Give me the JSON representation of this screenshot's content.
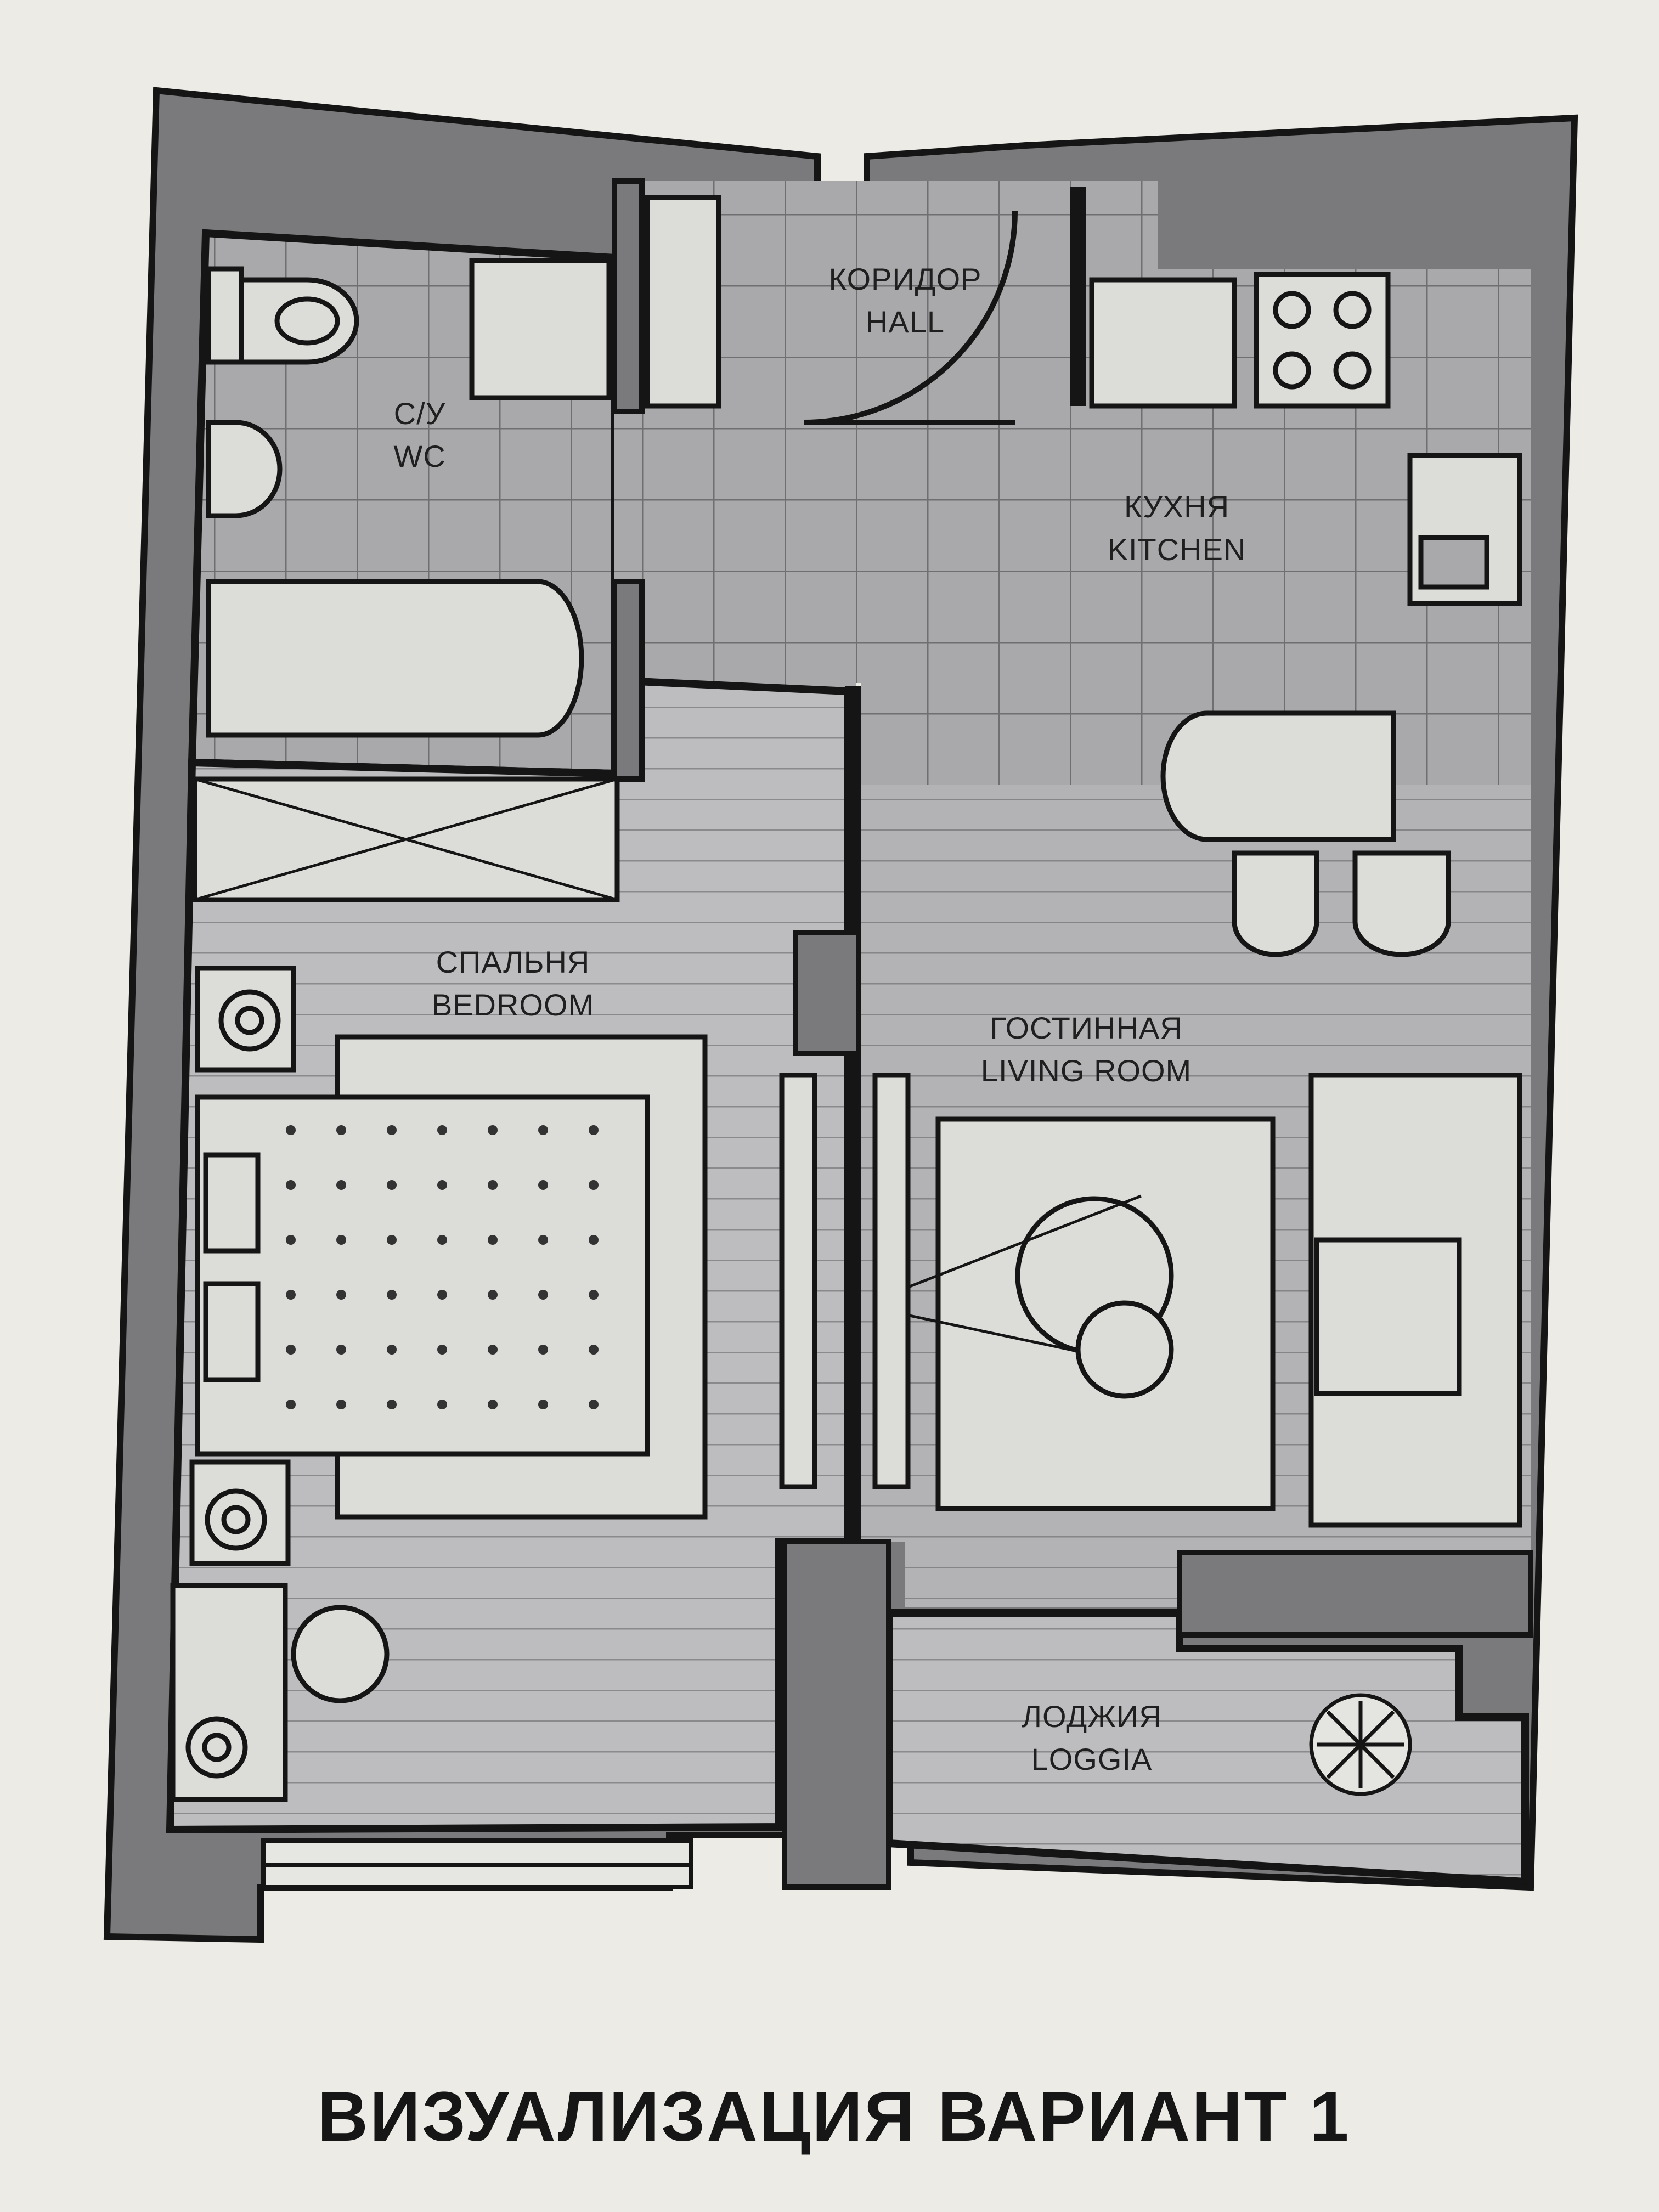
{
  "plan": {
    "rooms": [
      {
        "id": "hall",
        "name_ru": "КОРИДОР",
        "name_en": "HALL"
      },
      {
        "id": "wc",
        "name_ru": "С/У",
        "name_en": "WC"
      },
      {
        "id": "kitchen",
        "name_ru": "КУХНЯ",
        "name_en": "KITCHEN"
      },
      {
        "id": "bedroom",
        "name_ru": "СПАЛЬНЯ",
        "name_en": "BEDROOM"
      },
      {
        "id": "living",
        "name_ru": "ГОСТИННАЯ",
        "name_en": "LIVING ROOM"
      },
      {
        "id": "loggia",
        "name_ru": "ЛОДЖИЯ",
        "name_en": "LOGGIA"
      }
    ],
    "caption": "ВИЗУАЛИЗАЦИЯ ВАРИАНТ 1",
    "colors": {
      "paper": "#ecebe6",
      "wall": "#7a7a7c",
      "wall_outline": "#151515",
      "tile": "#a9a9ab",
      "wood": "#bfbfc1",
      "furniture": "#dcdcd8"
    }
  }
}
